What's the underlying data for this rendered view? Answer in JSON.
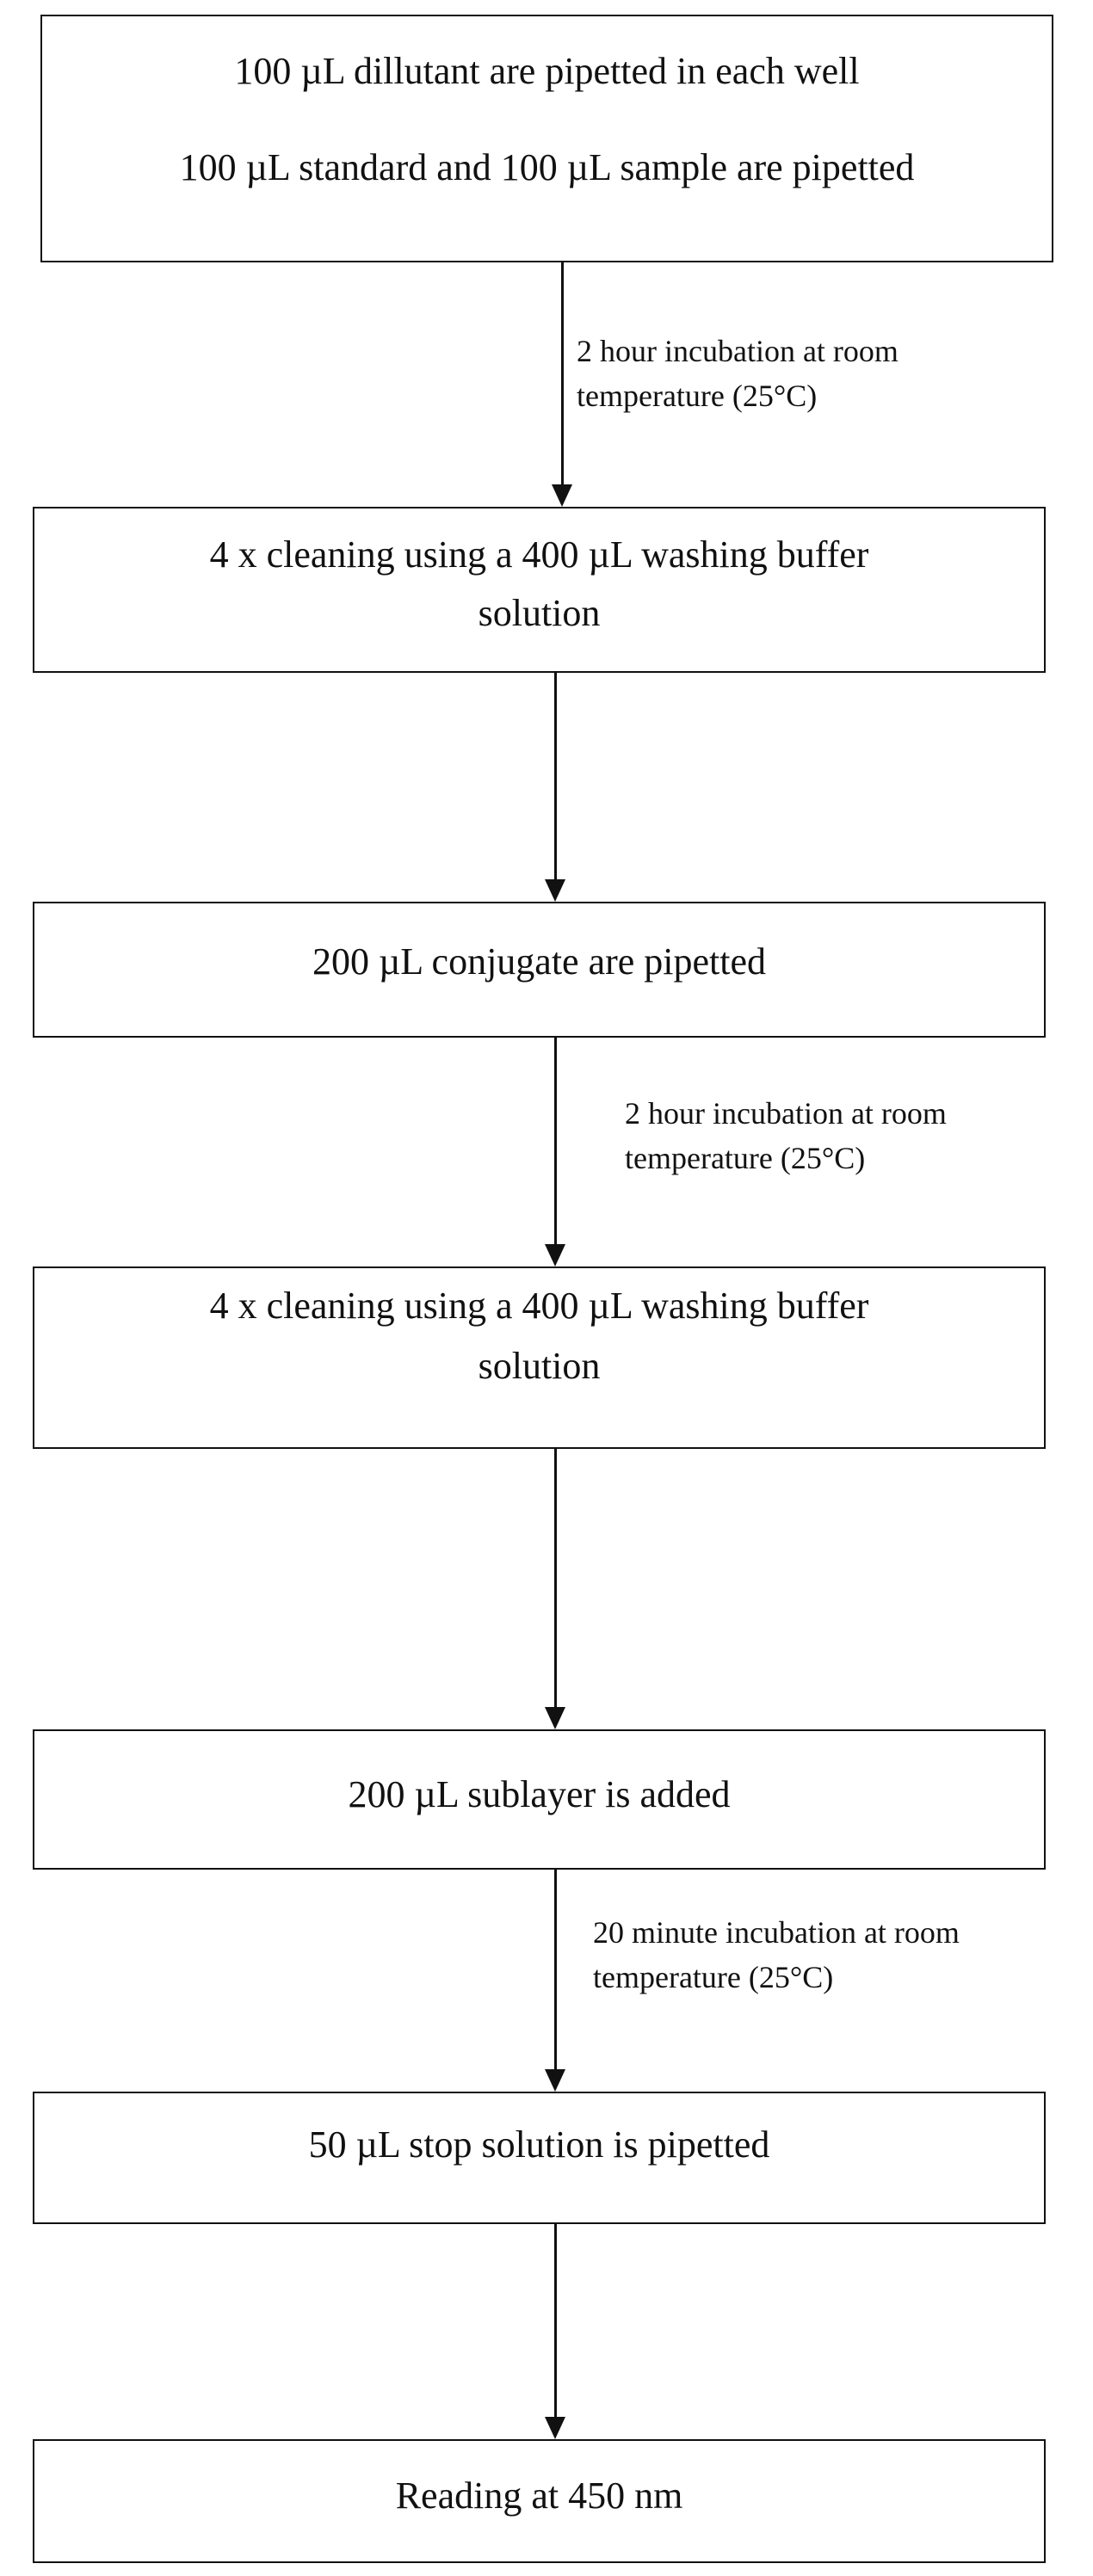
{
  "flowchart": {
    "steps": [
      {
        "line1": "100 µL dillutant are pipetted in each well",
        "line2": "100 µL standard and 100 µL sample are pipetted"
      },
      {
        "line1": "4 x cleaning using a 400 µL washing buffer",
        "line2": "solution"
      },
      {
        "line1": "200 µL conjugate are pipetted"
      },
      {
        "line1": "4 x cleaning using a 400 µL washing buffer",
        "line2": "solution"
      },
      {
        "line1": "200 µL sublayer is added"
      },
      {
        "line1": "50 µL stop solution is pipetted"
      },
      {
        "line1": "Reading at 450 nm"
      }
    ],
    "notes": [
      {
        "line1": "2 hour incubation at room",
        "line2": "temperature (25°C)"
      },
      {
        "line1": "2 hour incubation at room",
        "line2": "temperature (25°C)"
      },
      {
        "line1": "20 minute incubation at room",
        "line2": "temperature (25°C)"
      }
    ]
  }
}
